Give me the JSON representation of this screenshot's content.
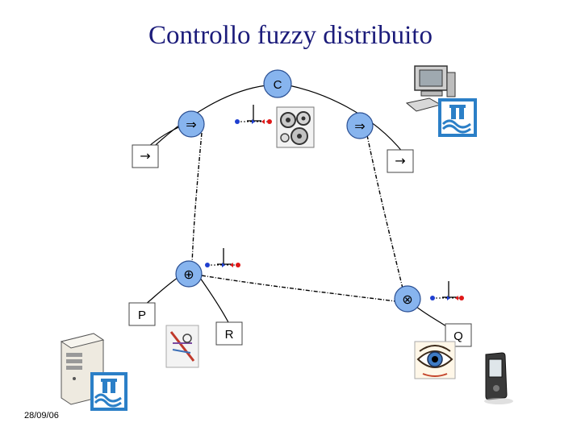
{
  "title": "Controllo fuzzy distribuito",
  "date": "28/09/06",
  "nodes": {
    "c": "C",
    "p": "P",
    "r": "R",
    "q": "Q",
    "implies_left": "⇒",
    "implies_right": "⇒",
    "arrow_left": "→",
    "arrow_right": "→",
    "oplus": "⊕",
    "otimes": "⊗"
  },
  "icons": [
    "desktop-computer-icon",
    "fuzzy-logo-icon",
    "gears-icon",
    "server-tower-icon",
    "magnifier-document-icon",
    "eye-icon",
    "pda-icon",
    "signal-transition-icon"
  ],
  "colors": {
    "title": "#1b1b7a",
    "node_fill": "#87b4ee",
    "node_stroke": "#2a4f93",
    "signal_blue": "#1f3fd0",
    "signal_red": "#e01818"
  }
}
